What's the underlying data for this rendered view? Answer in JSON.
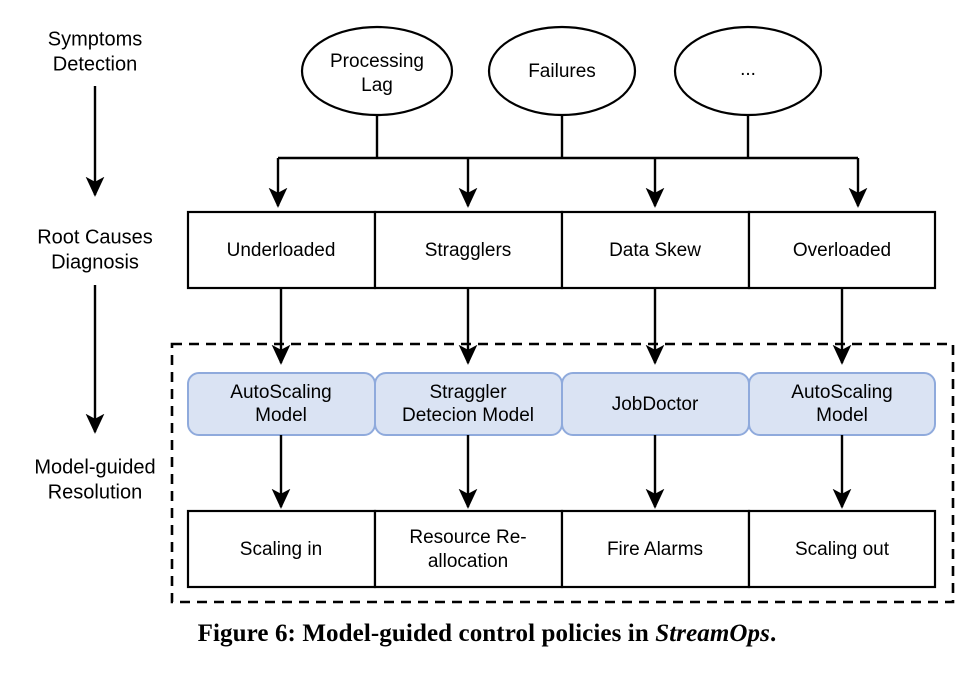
{
  "figure": {
    "caption_prefix": "Figure 6: Model-guided control policies in ",
    "caption_emphasis": "StreamOps",
    "caption_suffix": "."
  },
  "colors": {
    "model_fill": "#dae3f3",
    "model_stroke": "#8faadc",
    "line": "#000000",
    "box_fill": "#ffffff",
    "background": "#ffffff"
  },
  "stages": [
    {
      "id": "symptoms",
      "line1": "Symptoms",
      "line2": "Detection"
    },
    {
      "id": "rootcause",
      "line1": "Root Causes",
      "line2": "Diagnosis"
    },
    {
      "id": "resolution",
      "line1": "Model-guided",
      "line2": "Resolution"
    }
  ],
  "symptoms": [
    {
      "id": "processing-lag",
      "line1": "Processing",
      "line2": "Lag"
    },
    {
      "id": "failures",
      "line1": "Failures",
      "line2": ""
    },
    {
      "id": "ellipsis",
      "line1": "...",
      "line2": ""
    }
  ],
  "root_causes": [
    {
      "id": "underloaded",
      "label": "Underloaded"
    },
    {
      "id": "stragglers",
      "label": "Stragglers"
    },
    {
      "id": "data-skew",
      "label": "Data Skew"
    },
    {
      "id": "overloaded",
      "label": "Overloaded"
    }
  ],
  "models": [
    {
      "id": "autoscaling-model-1",
      "line1": "AutoScaling",
      "line2": "Model"
    },
    {
      "id": "straggler-detection",
      "line1": "Straggler",
      "line2": "Detecion Model"
    },
    {
      "id": "jobdoctor",
      "line1": "JobDoctor",
      "line2": ""
    },
    {
      "id": "autoscaling-model-2",
      "line1": "AutoScaling",
      "line2": "Model"
    }
  ],
  "actions": [
    {
      "id": "scaling-in",
      "line1": "Scaling in",
      "line2": ""
    },
    {
      "id": "resource-re",
      "line1": "Resource Re-",
      "line2": "allocation"
    },
    {
      "id": "fire-alarms",
      "line1": "Fire Alarms",
      "line2": ""
    },
    {
      "id": "scaling-out",
      "line1": "Scaling out",
      "line2": ""
    }
  ]
}
